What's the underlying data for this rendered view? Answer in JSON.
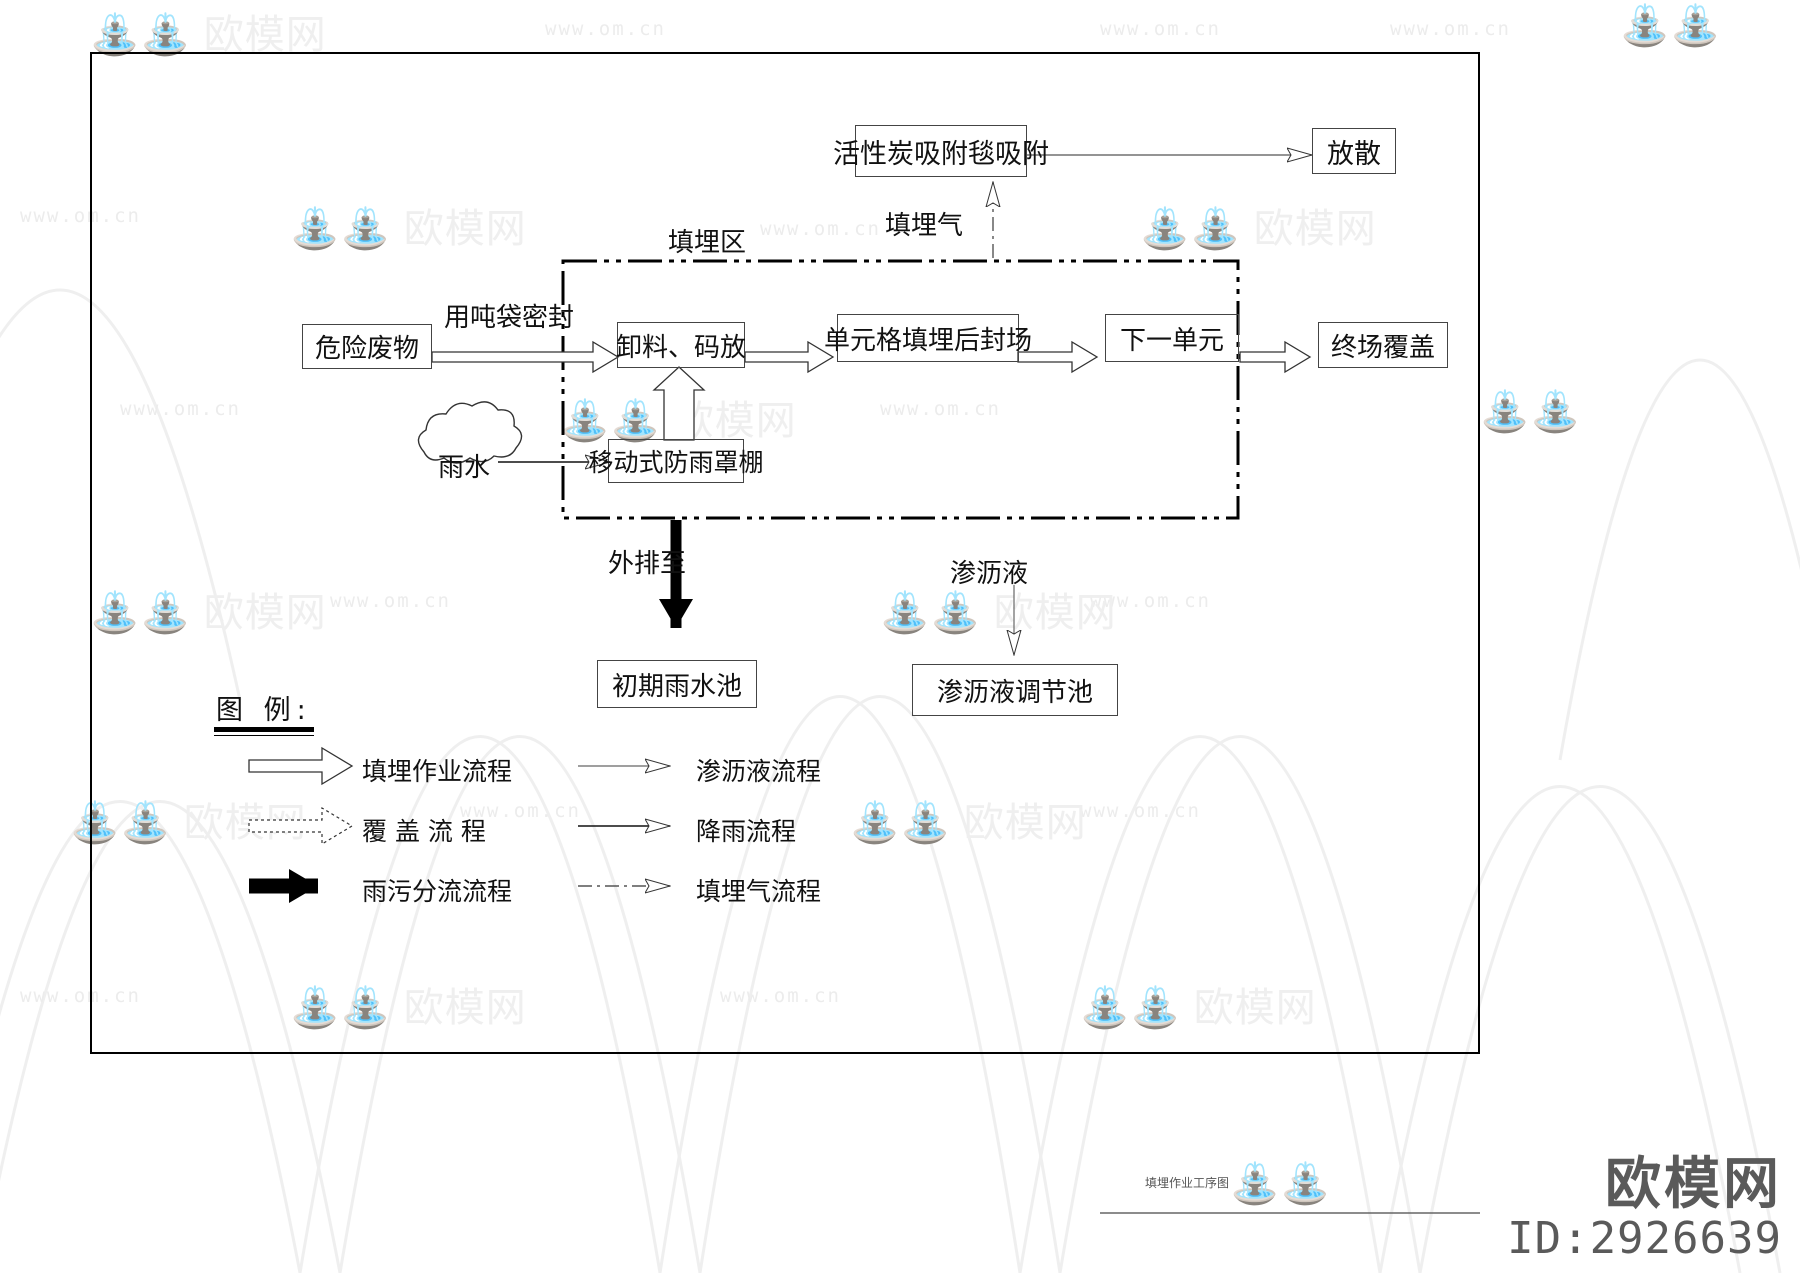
{
  "drawing": {
    "caption": "填埋作业工序图",
    "watermark_text": "www.om.cn",
    "watermark_brand": "欧模网",
    "id_brand": "欧模网",
    "id_text": "ID:2926639"
  },
  "zone": {
    "label": "填埋区"
  },
  "nodes": {
    "hazardous_waste": "危险废物",
    "unload_stack": "卸料、码放",
    "cell_landfill_closure": "单元格填埋后封场",
    "next_cell": "下一单元",
    "final_cover": "终场覆盖",
    "carbon_blanket": "活性炭吸附毯吸附",
    "release": "放散",
    "mobile_rain_shelter": "移动式防雨罩棚",
    "rain_cloud": "雨水",
    "initial_rain_pond": "初期雨水池",
    "leachate_pond": "渗沥液调节池"
  },
  "edge_labels": {
    "seal_with_ton_bag": "用吨袋密封",
    "landfill_gas": "填埋气",
    "leachate": "渗沥液",
    "discharge_to": "外排至"
  },
  "legend": {
    "title": "图 例:",
    "items": [
      {
        "id": "landfill-operation-flow",
        "label": "填埋作业流程",
        "style": "hollow-block-arrow"
      },
      {
        "id": "leachate-flow",
        "label": "渗沥液流程",
        "style": "thin-line-open-arrow"
      },
      {
        "id": "cover-flow",
        "label": "覆 盖 流 程",
        "style": "dotted-hollow-arrow"
      },
      {
        "id": "rainfall-flow",
        "label": "降雨流程",
        "style": "solid-line-open-arrow"
      },
      {
        "id": "rain-sewage-split-flow",
        "label": "雨污分流流程",
        "style": "solid-black-arrow"
      },
      {
        "id": "landfill-gas-flow",
        "label": "填埋气流程",
        "style": "dashdot-open-arrow"
      }
    ]
  },
  "colors": {
    "line": "#222222",
    "frame": "#000000",
    "watermark": "#ececec",
    "id_gray": "#5a5a5a"
  }
}
